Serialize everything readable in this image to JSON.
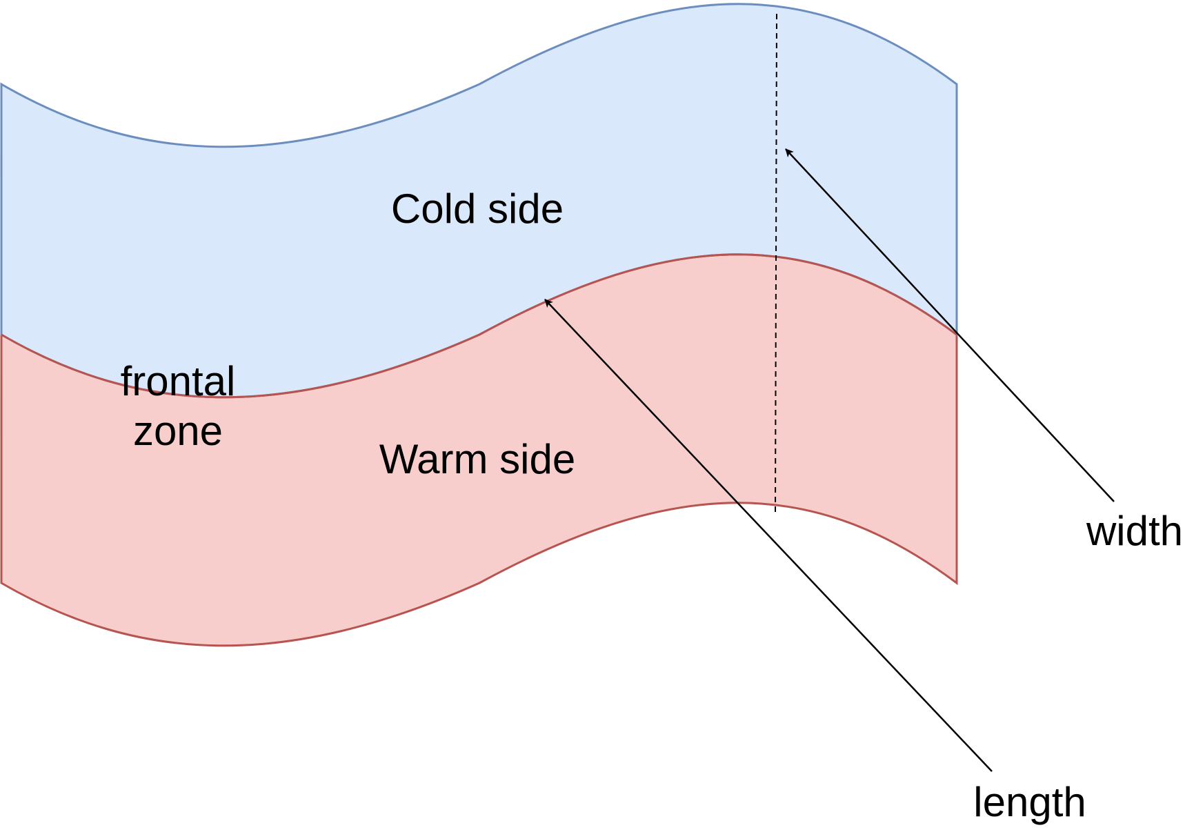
{
  "diagram": {
    "regions": {
      "cold": {
        "label": "Cold side",
        "fill": "#dae8fc",
        "stroke": "#6c8ebf"
      },
      "warm": {
        "label": "Warm side",
        "fill": "#f8cecc",
        "stroke": "#b85450"
      }
    },
    "frontal_zone": {
      "line1": "frontal",
      "line2": "zone"
    },
    "annotations": {
      "width": "width",
      "length": "length"
    },
    "arrow_color": "#000000"
  }
}
